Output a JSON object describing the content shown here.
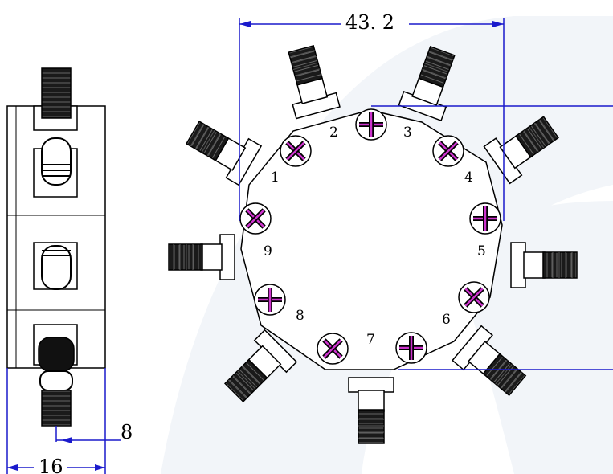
{
  "dimensions": {
    "width_label": "43. 2",
    "side_width_label": "16",
    "offset_label": "8"
  },
  "port_labels": [
    "1",
    "2",
    "3",
    "4",
    "5",
    "6",
    "7",
    "8",
    "9"
  ],
  "colors": {
    "dimension_line": "#1a1acc",
    "screw_cross": "#cc33cc",
    "outline": "#000000",
    "connector": "#111111",
    "watermark": "#f1f4f8"
  }
}
